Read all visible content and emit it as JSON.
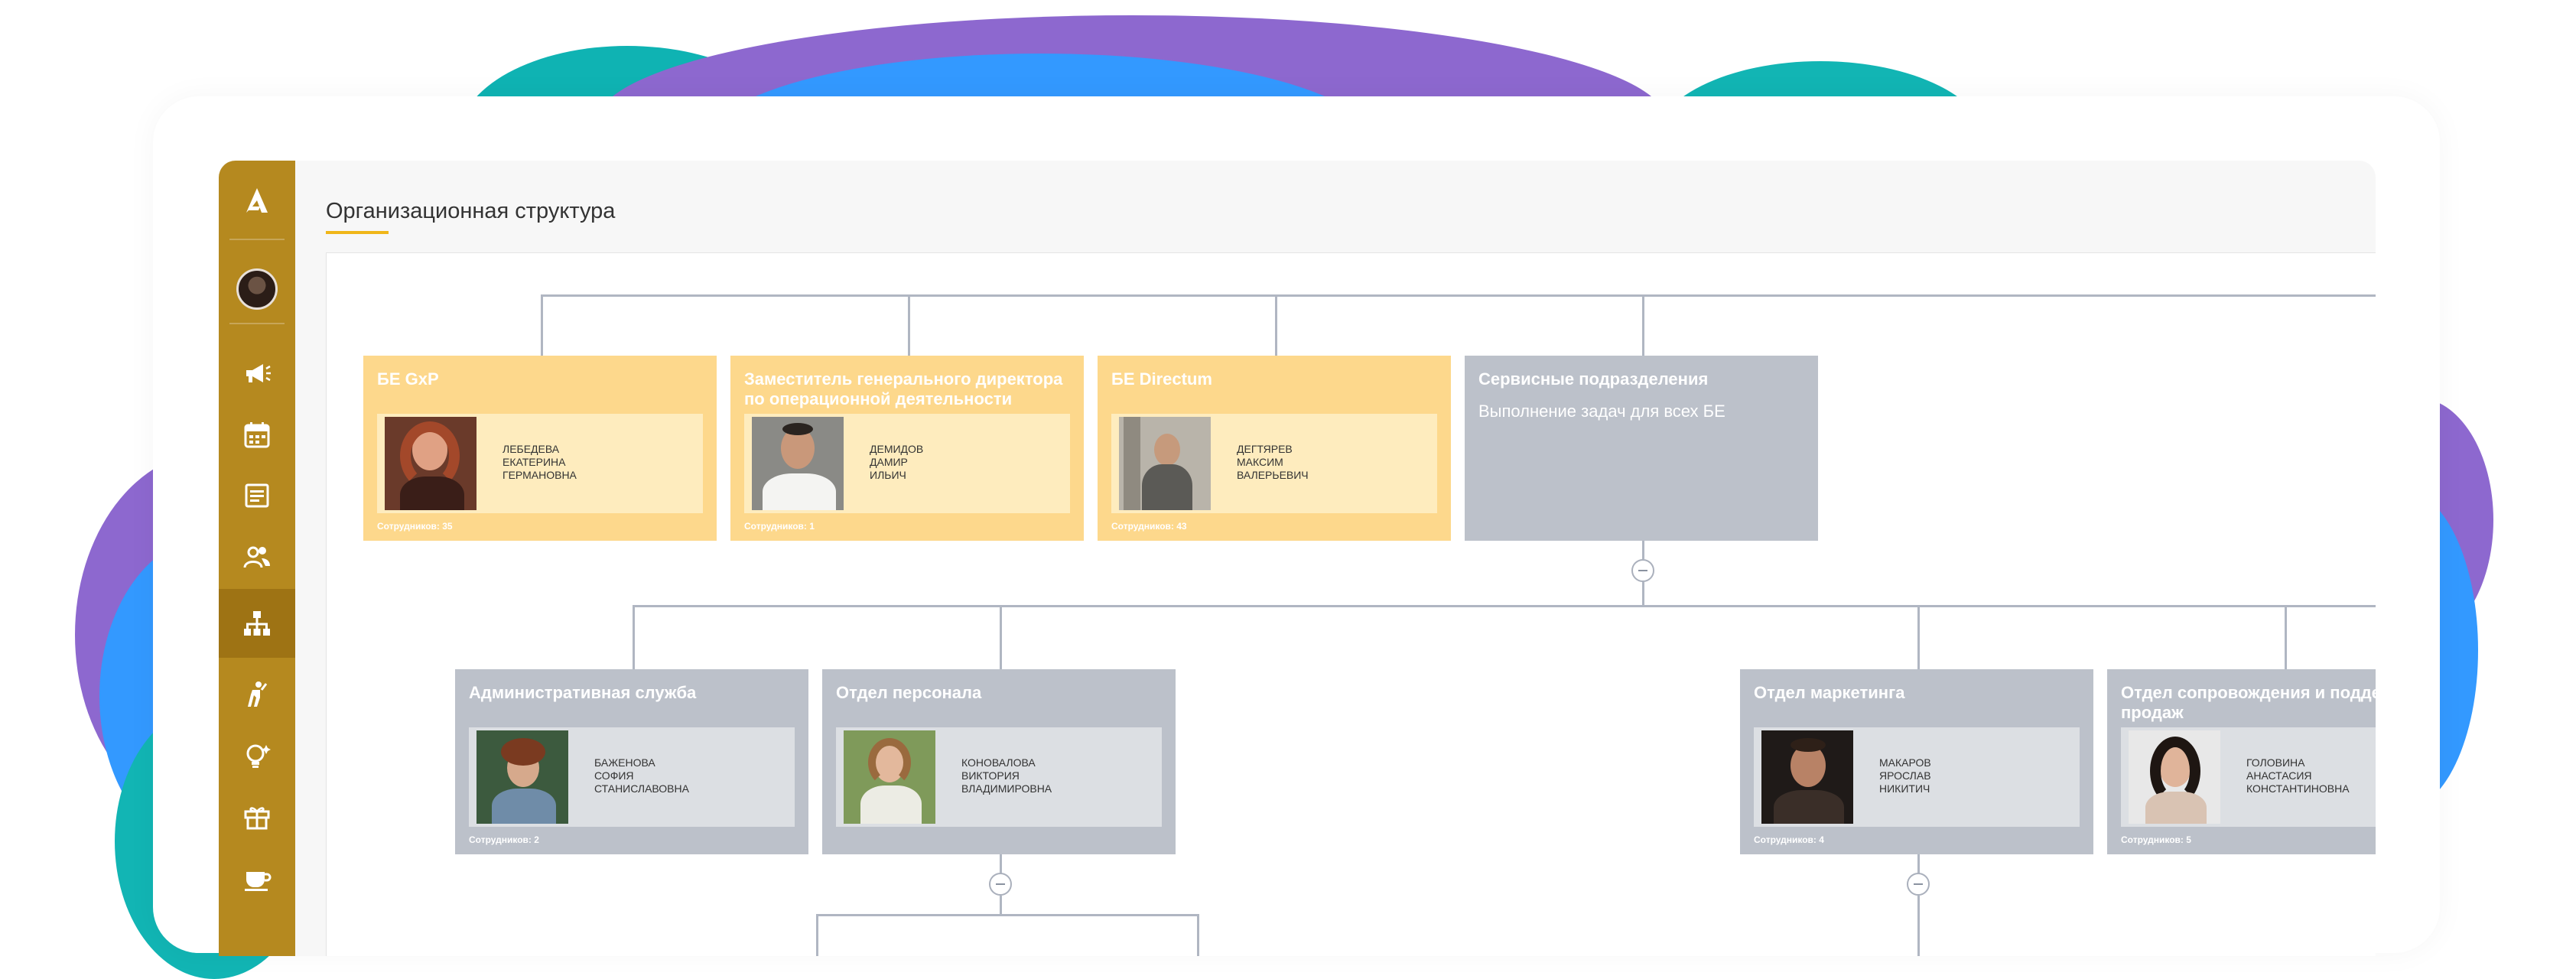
{
  "page": {
    "title": "Организационная структура"
  },
  "colors": {
    "sidebar": "#b5891f",
    "accent": "#f0b619",
    "card_yellow": "#fdd88c",
    "card_gray": "#bcc1ca"
  },
  "sidebar": {
    "items": [
      {
        "icon": "logo-icon"
      },
      {
        "icon": "user-avatar-icon"
      },
      {
        "icon": "megaphone-icon"
      },
      {
        "icon": "calendar-icon"
      },
      {
        "icon": "document-icon"
      },
      {
        "icon": "users-icon"
      },
      {
        "icon": "org-structure-icon",
        "active": true
      },
      {
        "icon": "achievement-icon"
      },
      {
        "icon": "idea-bulb-icon"
      },
      {
        "icon": "gift-icon"
      },
      {
        "icon": "coffee-icon"
      }
    ]
  },
  "cards": {
    "be_gxp": {
      "title": "БЕ GxP",
      "person": [
        "ЛЕБЕДЕВА",
        "ЕКАТЕРИНА",
        "ГЕРМАНОВНА"
      ],
      "count": "Сотрудников: 35"
    },
    "deputy": {
      "title": "Заместитель генерального директора по операционной деятельности",
      "person": [
        "ДЕМИДОВ",
        "ДАМИР",
        "ИЛЬИЧ"
      ],
      "count": "Сотрудников: 1"
    },
    "be_directum": {
      "title": "БЕ Directum",
      "person": [
        "ДЕГТЯРЕВ",
        "МАКСИМ",
        "ВАЛЕРЬЕВИЧ"
      ],
      "count": "Сотрудников: 43"
    },
    "service": {
      "title": "Сервисные подразделения",
      "description": "Выполнение задач для всех БЕ"
    },
    "admin": {
      "title": "Административная служба",
      "person": [
        "БАЖЕНОВА",
        "СОФИЯ",
        "СТАНИСЛАВОВНА"
      ],
      "count": "Сотрудников: 2"
    },
    "hr": {
      "title": "Отдел персонала",
      "person": [
        "КОНОВАЛОВА",
        "ВИКТОРИЯ",
        "ВЛАДИМИРОВНА"
      ],
      "count": ""
    },
    "marketing": {
      "title": "Отдел маркетинга",
      "person": [
        "МАКАРОВ",
        "ЯРОСЛАВ",
        "НИКИТИЧ"
      ],
      "count": "Сотрудников: 4"
    },
    "sales_support": {
      "title": "Отдел сопровождения и поддержки продаж",
      "person": [
        "ГОЛОВИНА",
        "АНАСТАСИЯ",
        "КОНСТАНТИНОВНА"
      ],
      "count": "Сотрудников: 5"
    }
  }
}
